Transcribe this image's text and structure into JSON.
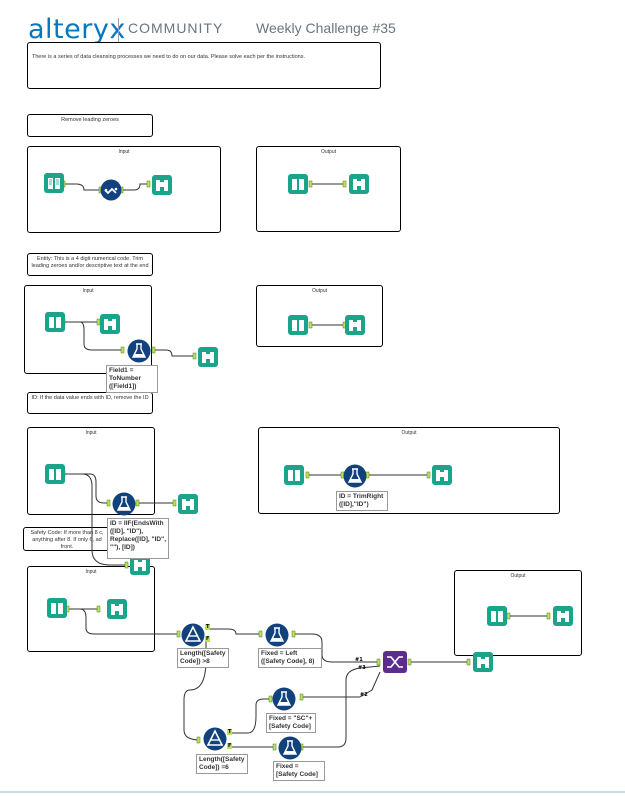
{
  "header": {
    "logo": "alteryx",
    "community": "COMMUNITY",
    "title": "Weekly Challenge #35"
  },
  "intro": "There is a series of data cleansing processes we need to do on our data. Please solve each per the instructions.",
  "sections": {
    "leading_zeros": {
      "label": "Remove leading zeroes"
    },
    "entity": {
      "label": "Entity: This is a 4 digit numerical code. Trim leading zeroes and/or descriptive text at the end"
    },
    "id": {
      "label": "ID: If the data value ends with ID, remove the ID"
    },
    "safety": {
      "label": "Safety Code: If more than 8 c, anything after 8. If only 6, ad front."
    }
  },
  "containers": {
    "input": "Input",
    "output": "Output"
  },
  "formulas": {
    "entity_tonumber": "Field1 = ToNumber ([Field1])",
    "id_iif": "ID = IIF(EndsWith ([ID], \"ID\"), Replace([ID], \"ID\", \"\"), [ID])",
    "id_trimright": "ID = TrimRight ([ID],\"ID\")",
    "filter_len8": "Length([Safety Code]) >8",
    "fixed_left": "Fixed = Left ([Safety Code], 8)",
    "filter_len6": "Length([Safety Code]) =6",
    "fixed_sc": "Fixed = \"SC\"+ [Safety Code]",
    "fixed_copy": "Fixed = [Safety Code]"
  },
  "anchors": {
    "true": "T",
    "false": "F",
    "union1": "#1",
    "union2": "#2",
    "union3": "#3"
  },
  "tools": {
    "input": "input-data-icon",
    "browse": "browse-icon",
    "cleanse": "data-cleansing-icon",
    "formula": "formula-icon",
    "filter": "filter-icon",
    "union": "union-icon"
  },
  "colors": {
    "brand": "#0078c0",
    "teal": "#1aa58a",
    "navy": "#12427d",
    "purple": "#5a2d8e",
    "anchor_green": "#b6e35a"
  }
}
